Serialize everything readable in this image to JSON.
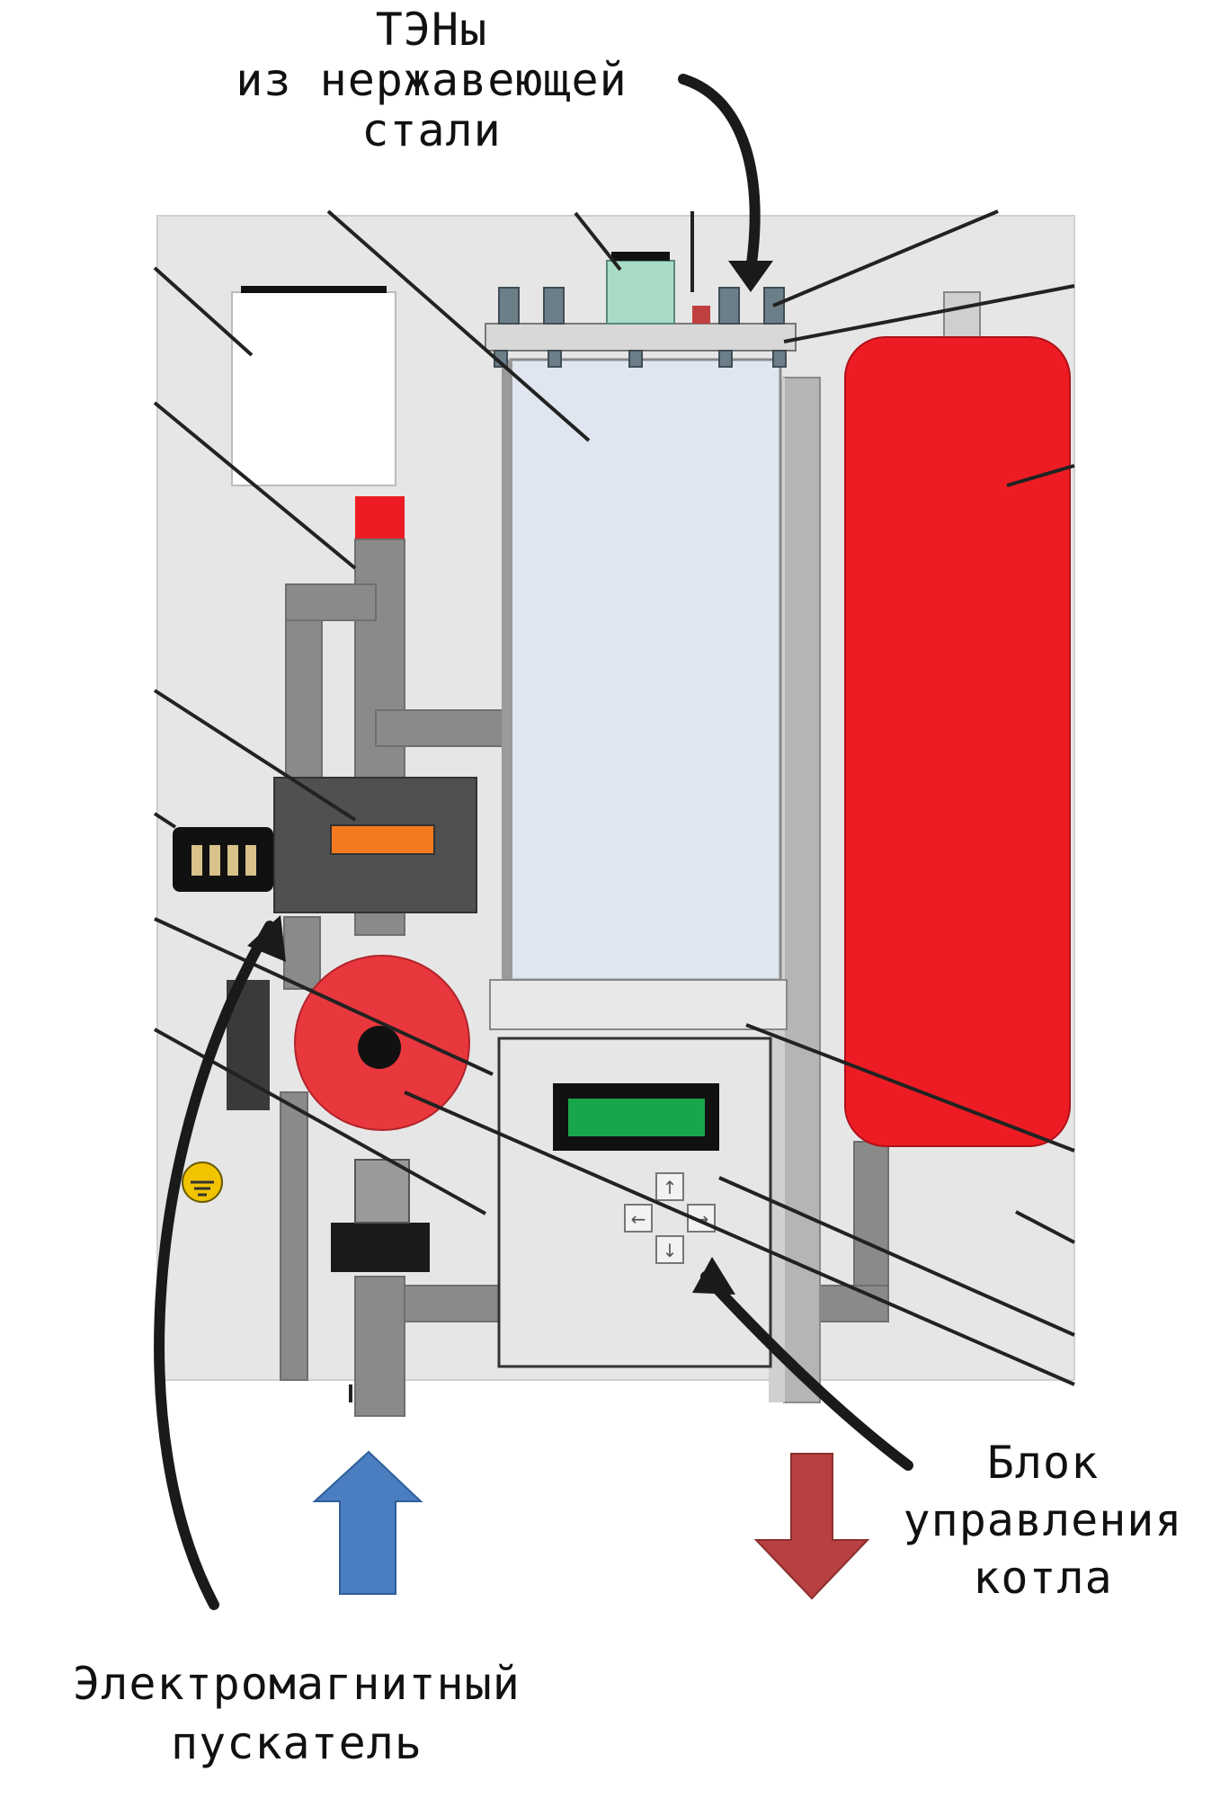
{
  "labels": {
    "heaters": [
      "ТЭНы",
      "из нержавеющей",
      "стали"
    ],
    "control_unit": [
      "Блок",
      "управления",
      "котла"
    ],
    "contactor": [
      "Электромагнитный",
      "пускатель"
    ]
  },
  "colors": {
    "panel": "#e6e6e6",
    "tank": "#e0e6f0",
    "expansion_vessel": "#ed1c24",
    "pump": "#e8373d",
    "pipe": "#8a8a8a",
    "contactor_body": "#505050",
    "contactor_indicator": "#f57a1f",
    "display": "#19a64a",
    "inlet_arrow": "#4a7ec0",
    "outlet_arrow": "#b84040",
    "callout": "#1a1a1a"
  },
  "icons": {
    "inlet": "arrow-up-icon",
    "outlet": "arrow-down-icon",
    "keypad": "arrow-keypad-icon",
    "ground": "ground-symbol-icon"
  }
}
